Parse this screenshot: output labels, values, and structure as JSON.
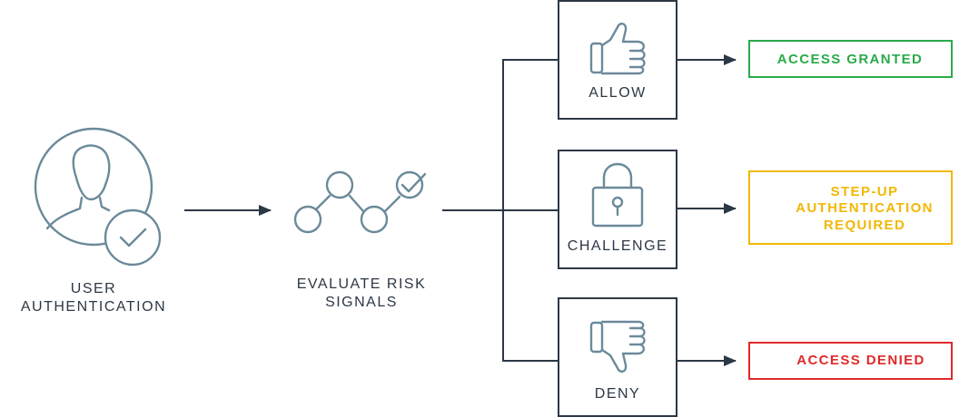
{
  "nodes": {
    "user_auth": {
      "label_line1": "USER",
      "label_line2": "AUTHENTICATION",
      "icon": "user-check-icon"
    },
    "evaluate": {
      "label_line1": "EVALUATE RISK",
      "label_line2": "SIGNALS",
      "icon": "risk-signals-icon"
    },
    "allow": {
      "label": "ALLOW",
      "icon": "thumbs-up-icon"
    },
    "challenge": {
      "label": "CHALLENGE",
      "icon": "padlock-icon"
    },
    "deny": {
      "label": "DENY",
      "icon": "thumbs-down-icon"
    }
  },
  "outcomes": {
    "granted": {
      "label": "ACCESS GRANTED",
      "color": "#2aaa4a"
    },
    "step_up": {
      "label_line1": "STEP-UP",
      "label_line2": "AUTHENTICATION",
      "label_line3": "REQUIRED",
      "color": "#f2b705"
    },
    "denied": {
      "label": "ACCESS DENIED",
      "color": "#e02a2a"
    }
  },
  "colors": {
    "text": "#2c3845",
    "icon": "#6b8a9a",
    "line": "#2c3845"
  }
}
